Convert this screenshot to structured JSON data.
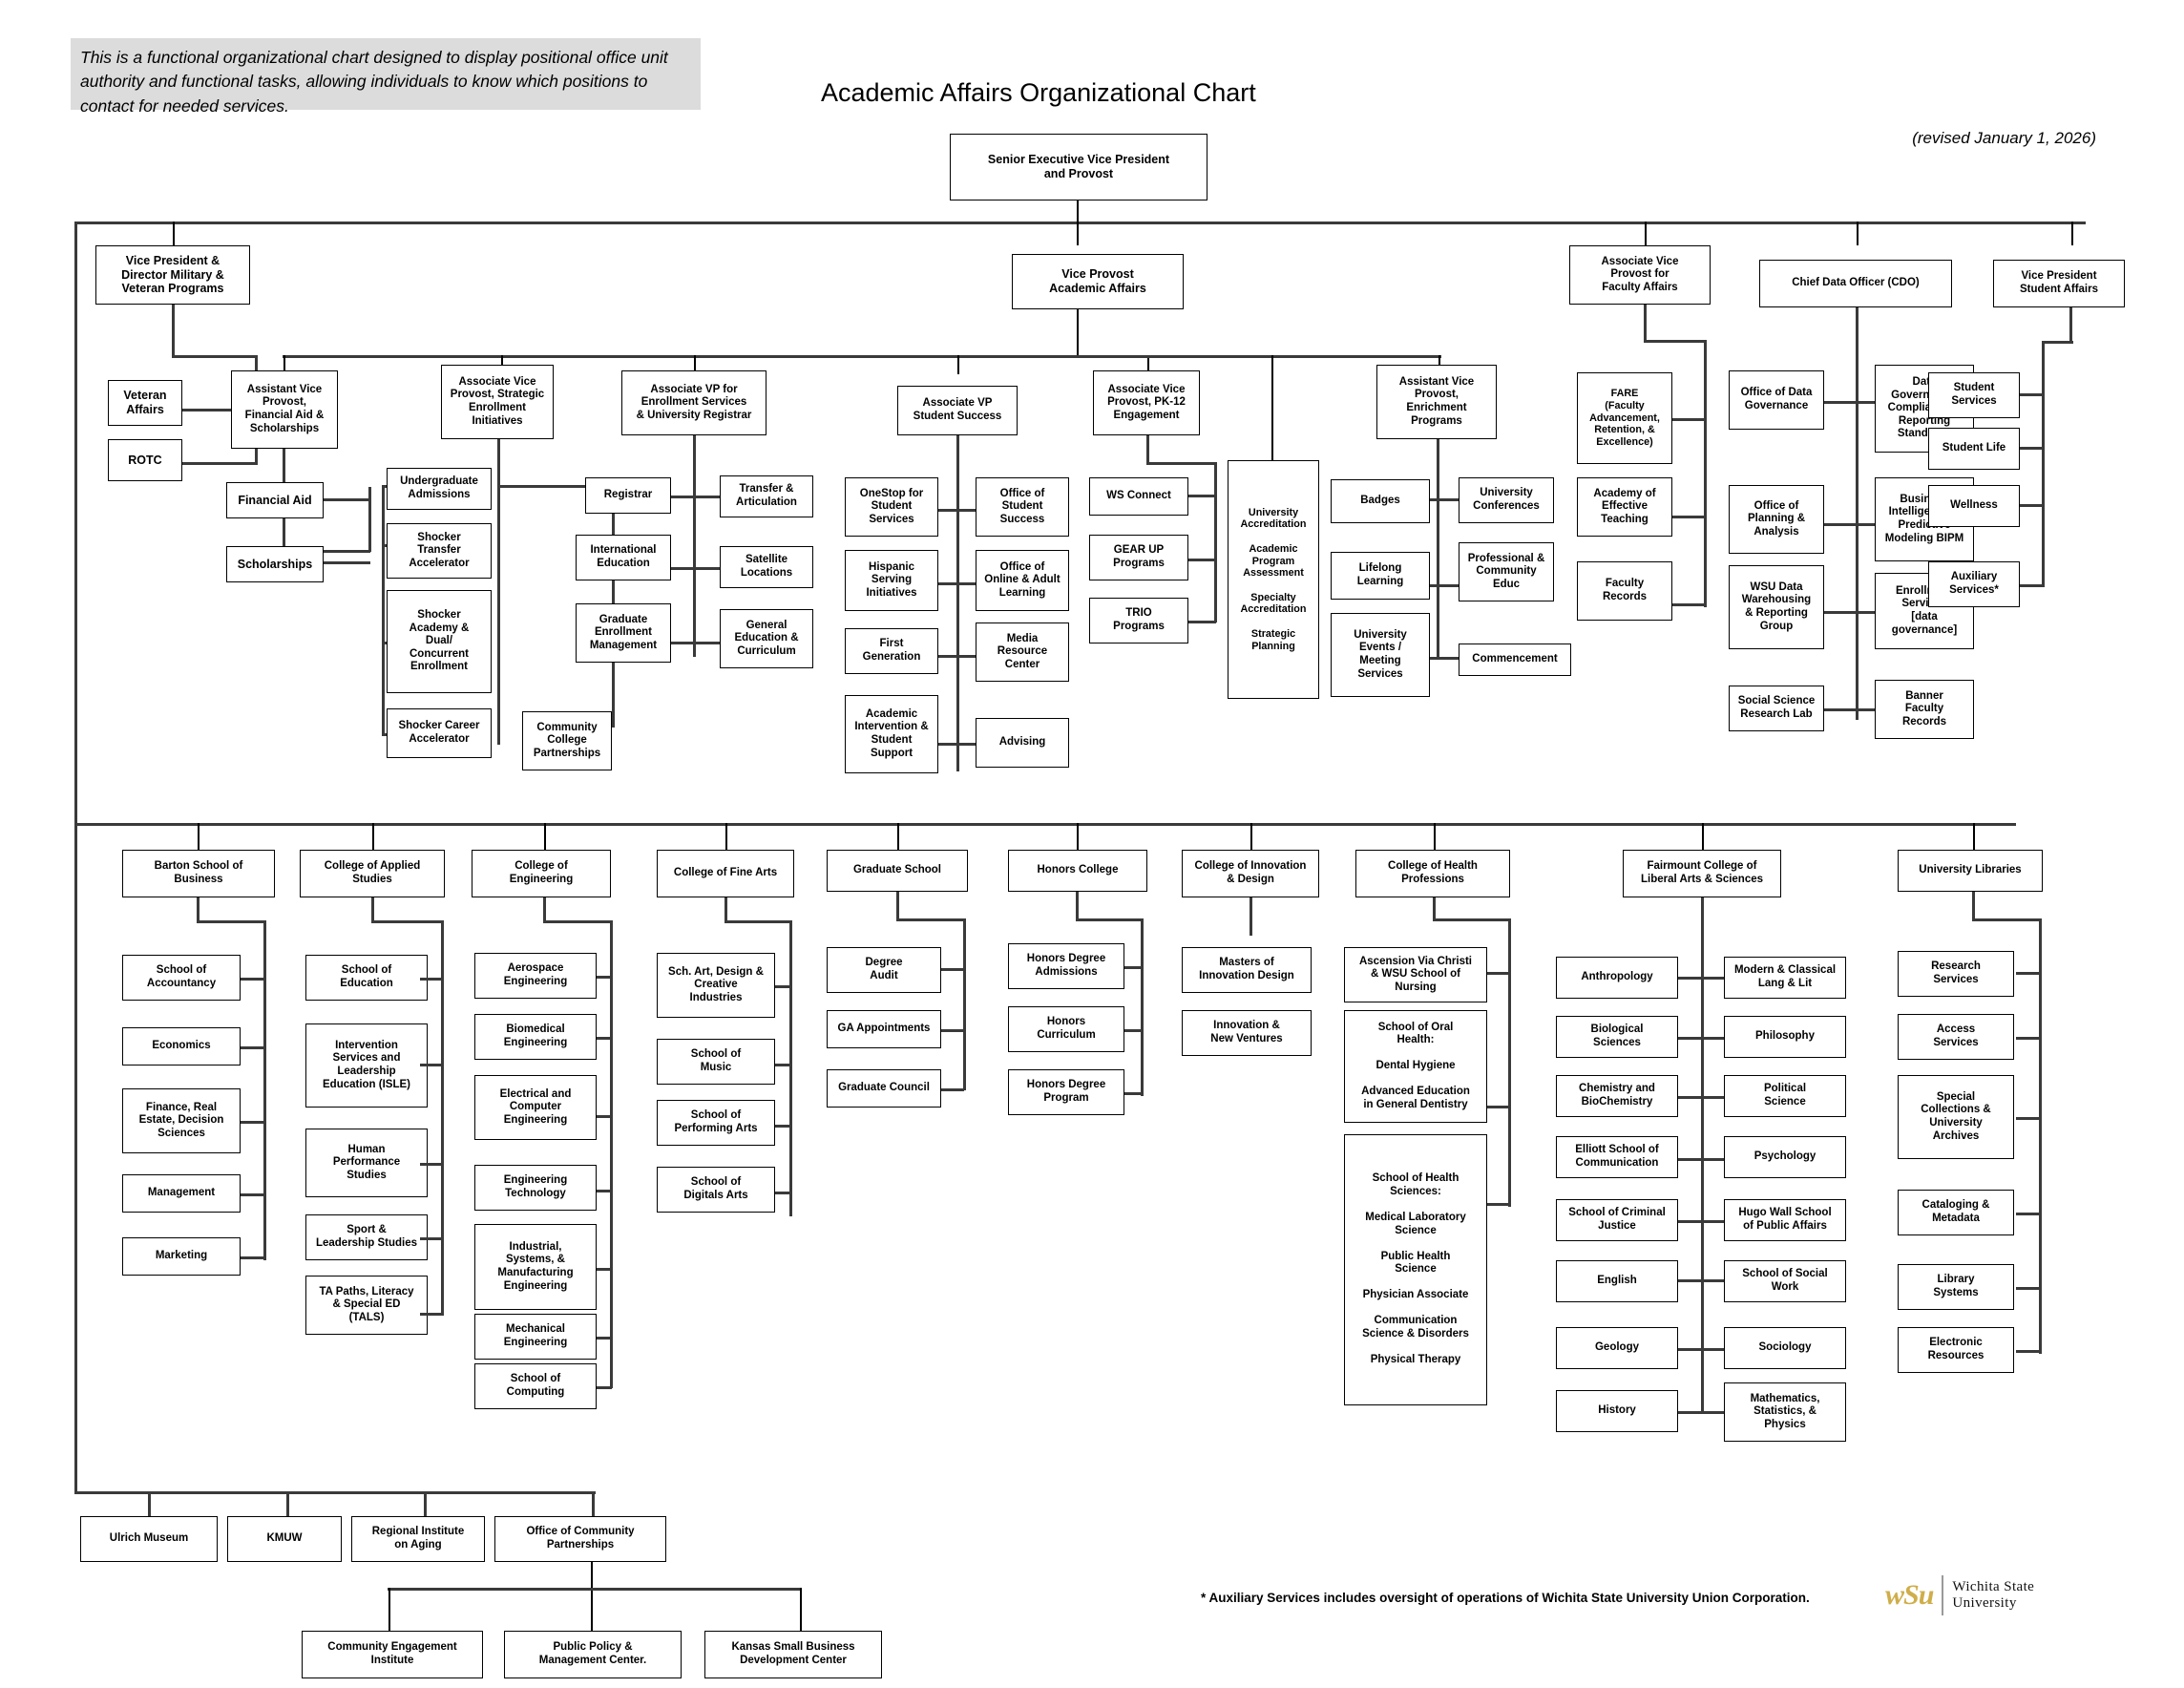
{
  "header": {
    "note": "This is a functional organizational chart designed to display positional office unit authority and functional tasks, allowing individuals to know which positions to contact for needed services.",
    "title": "Academic Affairs Organizational Chart",
    "revised": "(revised January 1, 2026)",
    "footnote": "* Auxiliary Services includes oversight of operations of Wichita State University Union Corporation.",
    "logo_mark": "wSu",
    "logo_line1": "Wichita State",
    "logo_line2": "University"
  },
  "chart_data": {
    "type": "diagram",
    "title": "Academic Affairs Organizational Chart",
    "root": "Senior Executive Vice President and Provost"
  },
  "nodes": {
    "root": "Senior Executive Vice President\nand Provost",
    "vp_military": "Vice President &\nDirector Military &\nVeteran Programs",
    "veteran_affairs": "Veteran\nAffairs",
    "rotc": "ROTC",
    "asst_vp_finaid": "Assistant Vice\nProvost,\nFinancial Aid &\nScholarships",
    "financial_aid": "Financial Aid",
    "scholarships": "Scholarships",
    "assoc_vp_strategic": "Associate Vice\nProvost, Strategic\nEnrollment\nInitiatives",
    "undergrad_admissions": "Undergraduate\nAdmissions",
    "shocker_transfer": "Shocker\nTransfer\nAccelerator",
    "shocker_academy": "Shocker\nAcademy &\nDual/\nConcurrent\nEnrollment",
    "shocker_career": "Shocker Career\nAccelerator",
    "community_college": "Community\nCollege\nPartnerships",
    "assoc_vp_enrollment": "Associate VP for\nEnrollment Services\n& University Registrar",
    "registrar": "Registrar",
    "international_ed": "International\nEducation",
    "grad_enrollment": "Graduate\nEnrollment\nManagement",
    "transfer_artic": "Transfer &\nArticulation",
    "satellite": "Satellite\nLocations",
    "gen_ed": "General\nEducation &\nCurriculum",
    "vice_provost_aa": "Vice Provost\nAcademic Affairs",
    "assoc_vp_student_success": "Associate VP\nStudent Success",
    "onestop": "OneStop for\nStudent\nServices",
    "hispanic_serving": "Hispanic\nServing\nInitiatives",
    "first_generation": "First\nGeneration",
    "academic_intervention": "Academic\nIntervention &\nStudent\nSupport",
    "office_student_success": "Office of\nStudent\nSuccess",
    "office_online": "Office of\nOnline & Adult\nLearning",
    "media_resource": "Media\nResource\nCenter",
    "advising": "Advising",
    "assoc_vp_pk12": "Associate Vice\nProvost, PK-12\nEngagement",
    "ws_connect": "WS Connect",
    "gear_up": "GEAR UP\nPrograms",
    "trio": "TRIO\nPrograms",
    "accreditation_block": "University\nAccreditation\n\nAcademic\nProgram\nAssessment\n\nSpecialty\nAccreditation\n\nStrategic\nPlanning",
    "asst_vp_enrichment": "Assistant Vice\nProvost,\nEnrichment\nPrograms",
    "badges": "Badges",
    "lifelong_learning": "Lifelong\nLearning",
    "university_events": "University\nEvents /\nMeeting\nServices",
    "university_conferences": "University\nConferences",
    "professional_community": "Professional &\nCommunity\nEduc",
    "commencement": "Commencement",
    "assoc_vp_faculty": "Associate Vice\nProvost for\nFaculty Affairs",
    "fare": "FARE\n(Faculty\nAdvancement,\nRetention, &\nExcellence)",
    "academy_teaching": "Academy of\nEffective\nTeaching",
    "faculty_records": "Faculty\nRecords",
    "cdo": "Chief Data Officer (CDO)",
    "office_data_gov": "Office of Data\nGovernance",
    "office_planning": "Office of\nPlanning &\nAnalysis",
    "wsu_data_warehouse": "WSU Data\nWarehousing\n& Reporting\nGroup",
    "social_science_lab": "Social Science\nResearch Lab",
    "data_gov_compliance": "Data\nGovernance,\nCompliance &\nReporting\nStandards",
    "bi_predictive": "Business\nIntelligence &\nPredictive\nModeling BIPM",
    "enrollment_services_dg": "Enrollment\nServices\n[data\ngovernance]",
    "banner_faculty": "Banner\nFaculty\nRecords",
    "vp_student_affairs": "Vice President\nStudent Affairs",
    "student_services": "Student\nServices",
    "student_life": "Student Life",
    "wellness": "Wellness",
    "auxiliary_services": "Auxiliary\nServices*",
    "barton": "Barton School of\nBusiness",
    "accountancy": "School of\nAccountancy",
    "economics": "Economics",
    "finance": "Finance, Real\nEstate, Decision\nSciences",
    "management": "Management",
    "marketing": "Marketing",
    "applied_studies": "College of Applied\nStudies",
    "school_education": "School of\nEducation",
    "isle": "Intervention\nServices and\nLeadership\nEducation (ISLE)",
    "human_performance": "Human\nPerformance\nStudies",
    "sport_leadership": "Sport &\nLeadership Studies",
    "tals": "TA Paths, Literacy\n& Special ED\n(TALS)",
    "engineering": "College of\nEngineering",
    "aerospace": "Aerospace\nEngineering",
    "biomedical": "Biomedical\nEngineering",
    "electrical": "Electrical and\nComputer\nEngineering",
    "eng_tech": "Engineering\nTechnology",
    "industrial": "Industrial,\nSystems, &\nManufacturing\nEngineering",
    "mechanical": "Mechanical\nEngineering",
    "computing": "School of\nComputing",
    "fine_arts": "College of Fine Arts",
    "art_design": "Sch. Art, Design &\nCreative\nIndustries",
    "music": "School of\nMusic",
    "performing_arts": "School of\nPerforming Arts",
    "digital_arts": "School of\nDigitals Arts",
    "graduate_school": "Graduate School",
    "degree_audit": "Degree\nAudit",
    "ga_appointments": "GA Appointments",
    "graduate_council": "Graduate Council",
    "honors_college": "Honors College",
    "honors_admissions": "Honors Degree\nAdmissions",
    "honors_curriculum": "Honors\nCurriculum",
    "honors_program": "Honors Degree\nProgram",
    "innovation_design": "College of Innovation\n& Design",
    "masters_innovation": "Masters of\nInnovation Design",
    "innovation_ventures": "Innovation &\nNew Ventures",
    "health_professions": "College of Health\nProfessions",
    "nursing": "Ascension Via Christi\n& WSU School of\nNursing",
    "oral_health": "School of Oral\nHealth:\n\nDental Hygiene\n\nAdvanced Education\nin  General Dentistry",
    "health_sciences": "School of Health\nSciences:\n\nMedical Laboratory\nScience\n\nPublic Health\nScience\n\nPhysician Associate\n\nCommunication\nScience & Disorders\n\nPhysical Therapy",
    "fairmount": "Fairmount College of\nLiberal Arts & Sciences",
    "anthropology": "Anthropology",
    "biological": "Biological\nSciences",
    "chemistry": "Chemistry and\nBioChemistry",
    "elliott": "Elliott School of\nCommunication",
    "criminal_justice": "School of Criminal\nJustice",
    "english": "English",
    "geology": "Geology",
    "history": "History",
    "modern_classical": "Modern & Classical\nLang & Lit",
    "philosophy": "Philosophy",
    "political_science": "Political\nScience",
    "psychology": "Psychology",
    "hugo_wall": "Hugo Wall School\nof Public Affairs",
    "social_work": "School of Social\nWork",
    "sociology": "Sociology",
    "math_stats": "Mathematics,\nStatistics, &\nPhysics",
    "libraries": "University Libraries",
    "research_services": "Research\nServices",
    "access_services": "Access\nServices",
    "special_collections": "Special\nCollections &\nUniversity\nArchives",
    "cataloging": "Cataloging &\nMetadata",
    "library_systems": "Library\nSystems",
    "electronic_resources": "Electronic\nResources",
    "ulrich": "Ulrich Museum",
    "kmuw": "KMUW",
    "regional_aging": "Regional Institute\non Aging",
    "office_community": "Office of Community\nPartnerships",
    "community_engagement": "Community Engagement\nInstitute",
    "public_policy": "Public Policy &\nManagement Center.",
    "kansas_small_business": "Kansas Small Business\nDevelopment Center"
  }
}
